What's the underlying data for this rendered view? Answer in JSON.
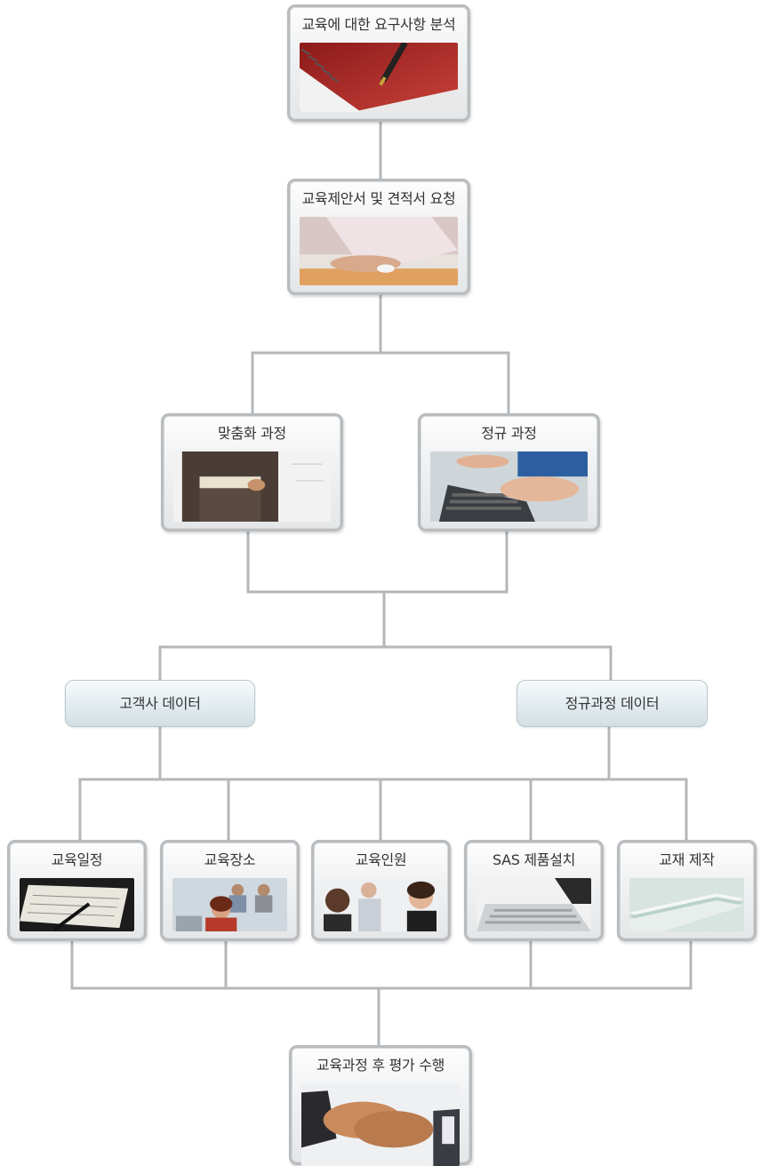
{
  "steps": {
    "analysis": "교육에 대한 요구사항 분석",
    "proposal": "교육제안서 및 견적서 요청",
    "custom_course": "맞춤화 과정",
    "regular_course": "정규 과정",
    "client_data": "고객사 데이터",
    "regular_data": "정규과정 데이터",
    "schedule": "교육일정",
    "venue": "교육장소",
    "staff": "교육인원",
    "sas_install": "SAS 제품설치",
    "materials": "교재 제작",
    "evaluation": "교육과정 후 평가 수행"
  },
  "colors": {
    "connector": "#b4b7ba",
    "card_border": "#b9bcbf",
    "pill_border": "#b8c7cf"
  }
}
